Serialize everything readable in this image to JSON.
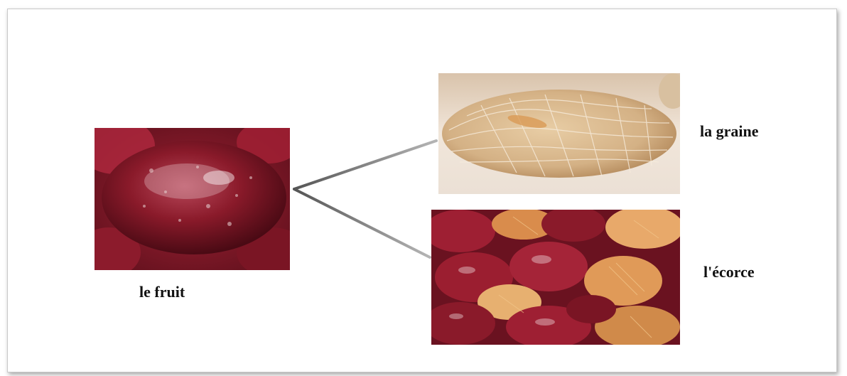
{
  "labels": {
    "fruit": "le fruit",
    "seed": "la graine",
    "peel": "l'écorce"
  },
  "images": {
    "fruit": "red-date-fruit-photo",
    "seed": "fibrous-seed-photo",
    "peel": "dried-red-peel-photo"
  },
  "colors": {
    "fruit_red": "#8a1a2a",
    "seed_beige": "#e8d7bf",
    "line_gray": "#8c8c8c"
  }
}
